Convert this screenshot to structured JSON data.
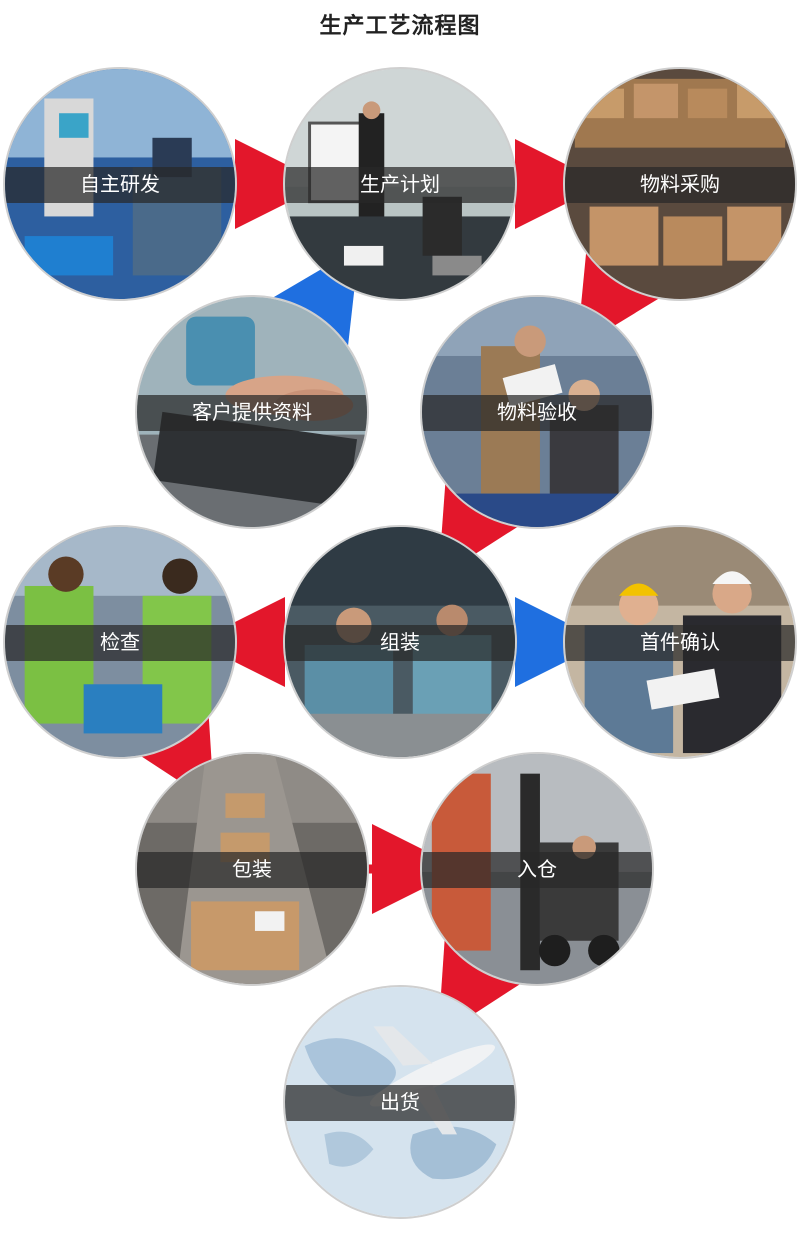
{
  "title": "生产工艺流程图",
  "steps": {
    "s1": {
      "label": "自主研发",
      "icon": "research-lab-photo"
    },
    "s2": {
      "label": "生产计划",
      "icon": "meeting-planning-photo"
    },
    "s3": {
      "label": "物料采购",
      "icon": "warehouse-boxes-photo"
    },
    "s4": {
      "label": "客户提供资料",
      "icon": "laptop-typing-photo"
    },
    "s5": {
      "label": "物料验收",
      "icon": "material-inspection-photo"
    },
    "s6": {
      "label": "组装",
      "icon": "assembly-line-photo"
    },
    "s7": {
      "label": "检查",
      "icon": "quality-check-photo"
    },
    "s8": {
      "label": "首件确认",
      "icon": "first-article-confirm-photo"
    },
    "s9": {
      "label": "包装",
      "icon": "packaging-conveyor-photo"
    },
    "s10": {
      "label": "入仓",
      "icon": "forklift-warehouse-photo"
    },
    "s11": {
      "label": "出货",
      "icon": "airplane-shipping-photo"
    }
  },
  "colors": {
    "red_arrow": "#e3172b",
    "blue_arrow": "#1f6fe0",
    "band": "#282828"
  },
  "edges": [
    {
      "from": "s1",
      "to": "s2",
      "color": "red"
    },
    {
      "from": "s2",
      "to": "s3",
      "color": "red"
    },
    {
      "from": "s3",
      "to": "s5",
      "color": "red"
    },
    {
      "from": "s4",
      "to": "s2",
      "color": "blue"
    },
    {
      "from": "s5",
      "to": "s6",
      "color": "red"
    },
    {
      "from": "s6",
      "to": "s7",
      "color": "red"
    },
    {
      "from": "s6",
      "to": "s8",
      "color": "blue"
    },
    {
      "from": "s7",
      "to": "s9",
      "color": "red"
    },
    {
      "from": "s9",
      "to": "s10",
      "color": "red"
    },
    {
      "from": "s10",
      "to": "s11",
      "color": "red"
    }
  ]
}
